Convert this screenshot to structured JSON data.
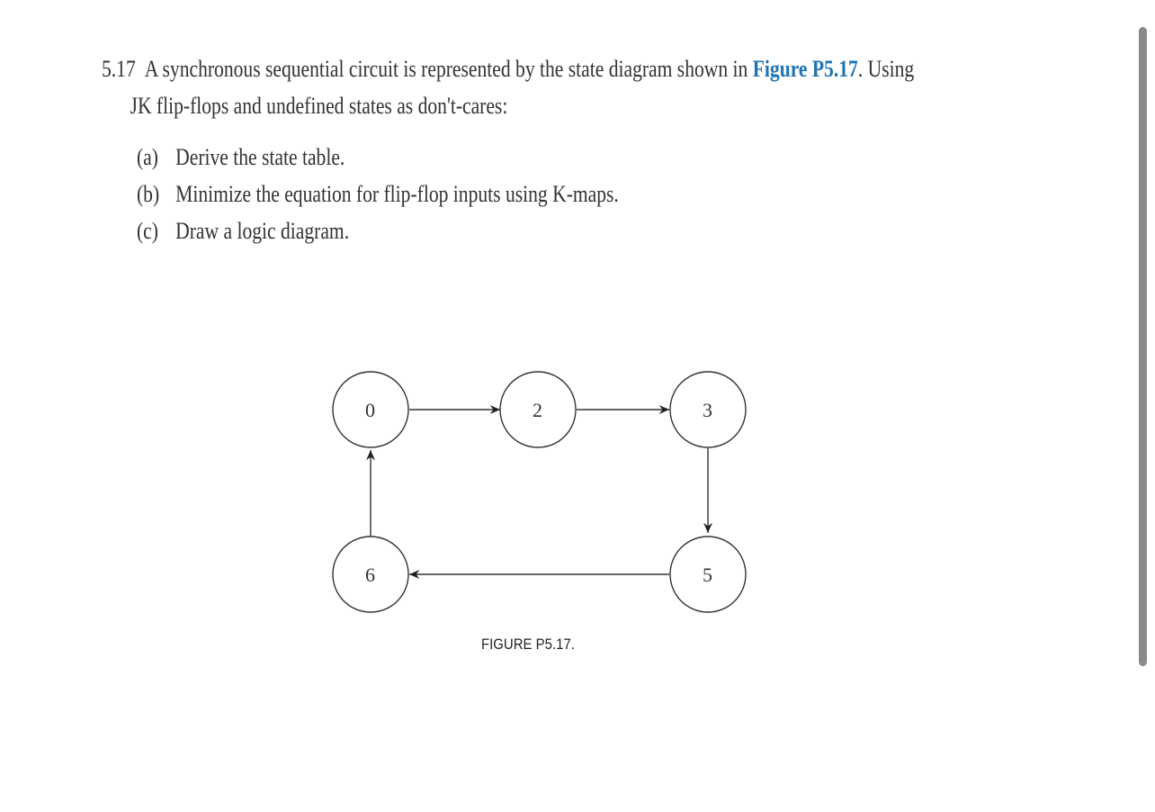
{
  "problem": {
    "number": "5.17",
    "line1_text": "A synchronous sequential circuit is represented by the state diagram shown in ",
    "figure_link": "Figure P5.17",
    "line1_end": ". Using",
    "line2_text": "JK flip-flops and undefined states as don't-cares:"
  },
  "parts": [
    {
      "label": "(a)",
      "text": "Derive the state table."
    },
    {
      "label": "(b)",
      "text": "Minimize the equation for flip-flop inputs using K-maps."
    },
    {
      "label": "(c)",
      "text": "Draw a logic diagram."
    }
  ],
  "diagram": {
    "states": [
      "0",
      "2",
      "3",
      "5",
      "6"
    ],
    "transitions": [
      {
        "from": "0",
        "to": "2"
      },
      {
        "from": "2",
        "to": "3"
      },
      {
        "from": "3",
        "to": "5"
      },
      {
        "from": "5",
        "to": "6"
      },
      {
        "from": "6",
        "to": "0"
      }
    ]
  },
  "caption": "FIGURE P5.17.",
  "colors": {
    "link": "#1f73b3",
    "text": "#333333",
    "scrollbar": "#8a8a8a"
  }
}
